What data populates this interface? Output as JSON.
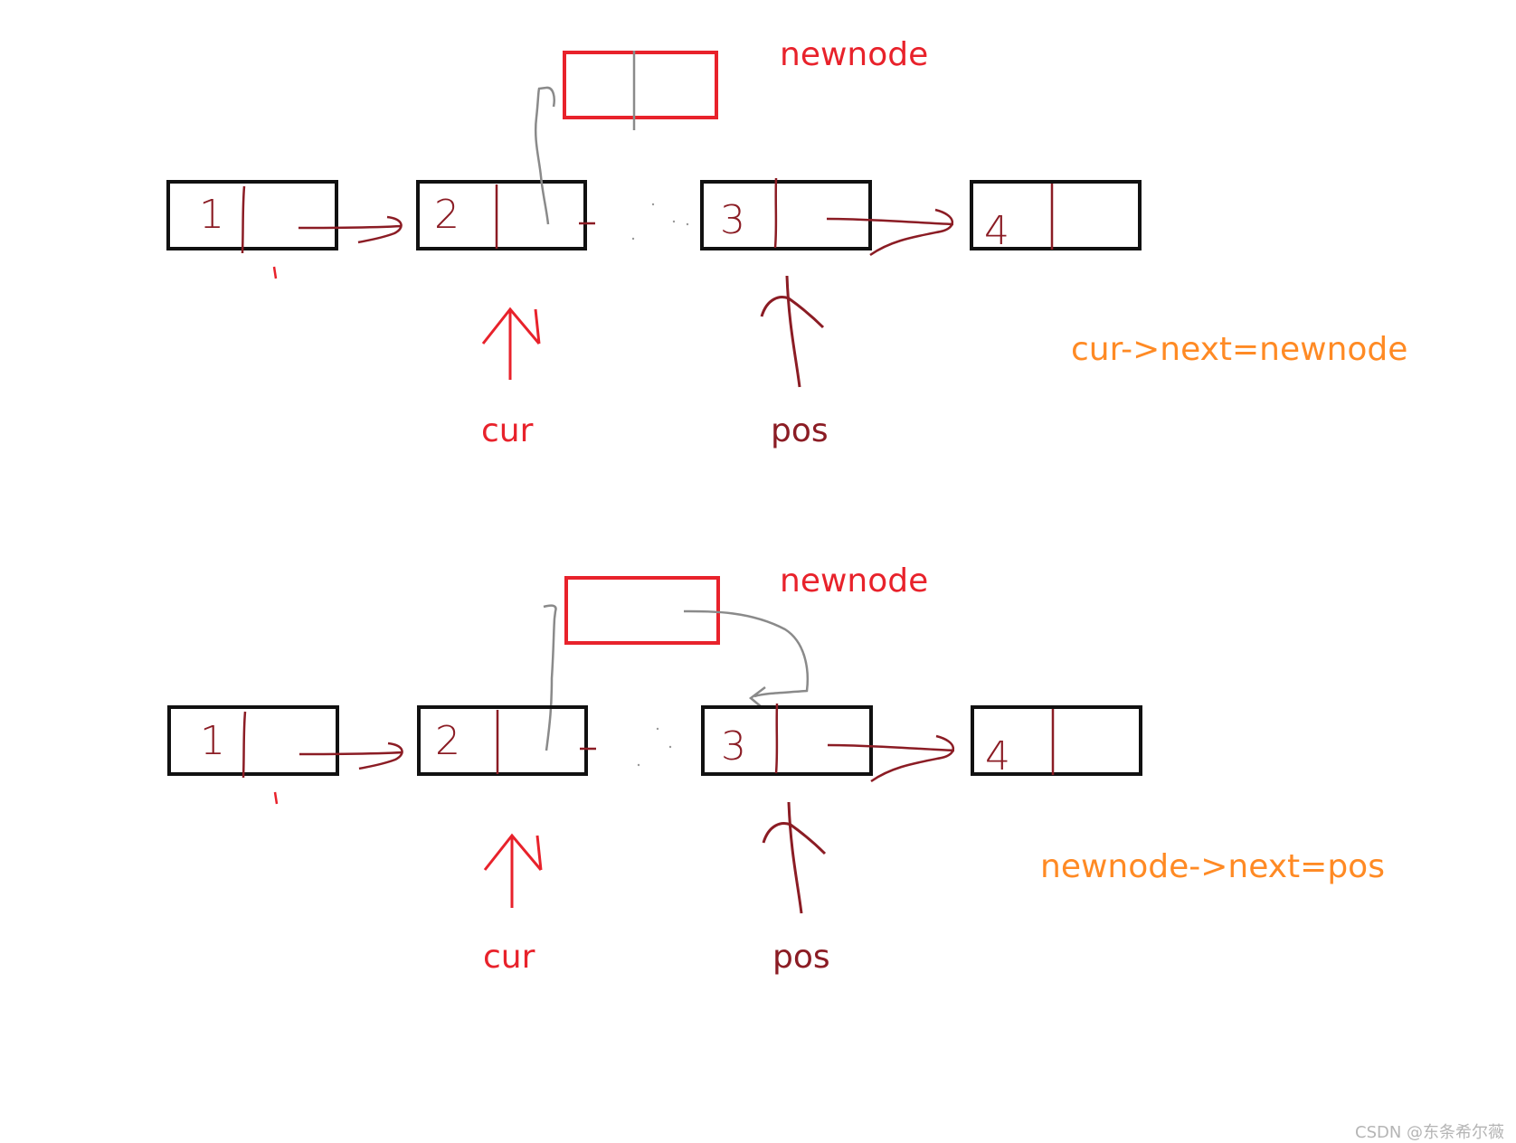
{
  "colors": {
    "node_border": "#111111",
    "new_node_border": "#e8222b",
    "ink": "#8b1c24",
    "gray_stroke": "#8a8a8a",
    "label_red": "#e8222b",
    "label_dark": "#8b1c24",
    "label_orange": "#ff8a24",
    "watermark": "#b5b5b5"
  },
  "step1": {
    "node1": "1",
    "node2": "2",
    "node3": "3",
    "node4": "4",
    "newnode_label": "newnode",
    "cur_label": "cur",
    "pos_label": "pos",
    "code": "cur->next=newnode"
  },
  "step2": {
    "node1": "1",
    "node2": "2",
    "node3": "3",
    "node4": "4",
    "newnode_label": "newnode",
    "cur_label": "cur",
    "pos_label": "pos",
    "code": "newnode->next=pos"
  },
  "watermark": "CSDN @东条希尔薇"
}
